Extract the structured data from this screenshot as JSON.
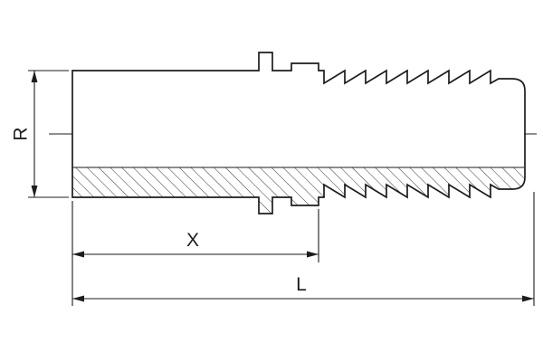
{
  "drawing": {
    "background": "#ffffff",
    "line_color": "#1c1c1c",
    "subject": "barbed-hose-nipple-half-section",
    "dimensions": {
      "r_label": "R",
      "x_label": "X",
      "l_label": "L"
    }
  }
}
